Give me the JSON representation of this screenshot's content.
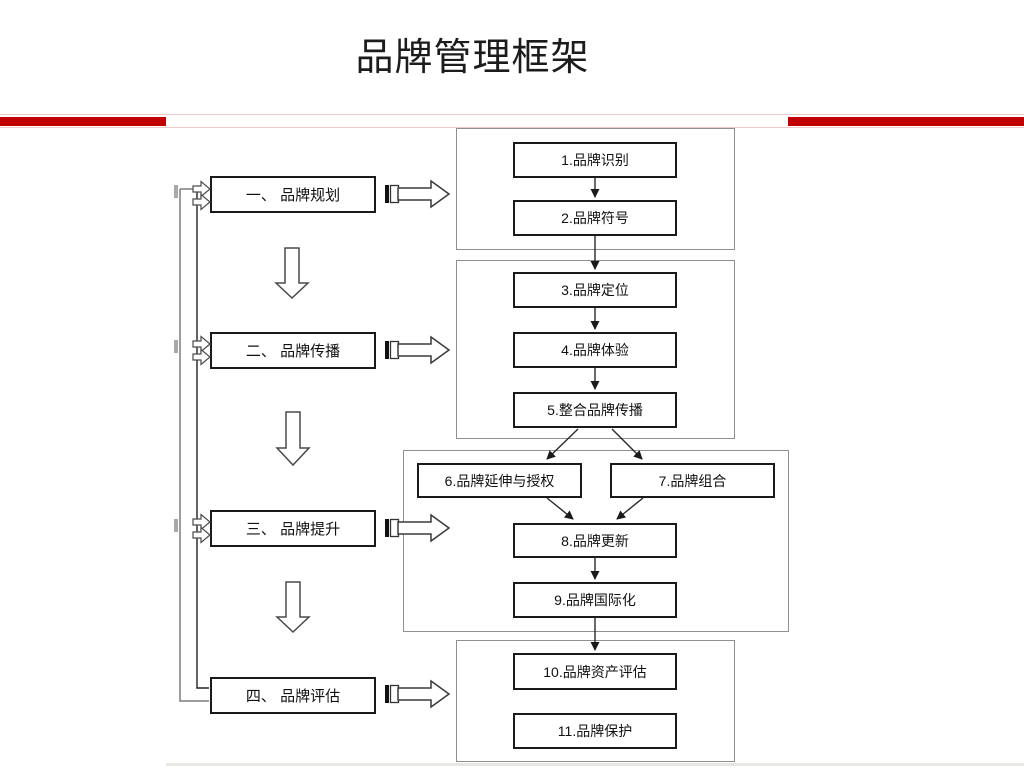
{
  "slide": {
    "title": "品牌管理框架"
  },
  "theme": {
    "accent_red": "#c00000",
    "pink_line": "#f0caca",
    "node_border": "#1a1a1a",
    "group_border": "#8f8f8f"
  },
  "diagram": {
    "type": "flowchart",
    "stages": [
      {
        "label": "一、 品牌规划",
        "steps": [
          "1.品牌识别",
          "2.品牌符号"
        ]
      },
      {
        "label": "二、 品牌传播",
        "steps": [
          "3.品牌定位",
          "4.品牌体验",
          "5.整合品牌传播"
        ]
      },
      {
        "label": "三、 品牌提升",
        "steps": [
          "6.品牌延伸与授权",
          "7.品牌组合",
          "8.品牌更新",
          "9.品牌国际化"
        ]
      },
      {
        "label": "四、 品牌评估",
        "steps": [
          "10.品牌资产评估",
          "11.品牌保护"
        ]
      }
    ]
  }
}
